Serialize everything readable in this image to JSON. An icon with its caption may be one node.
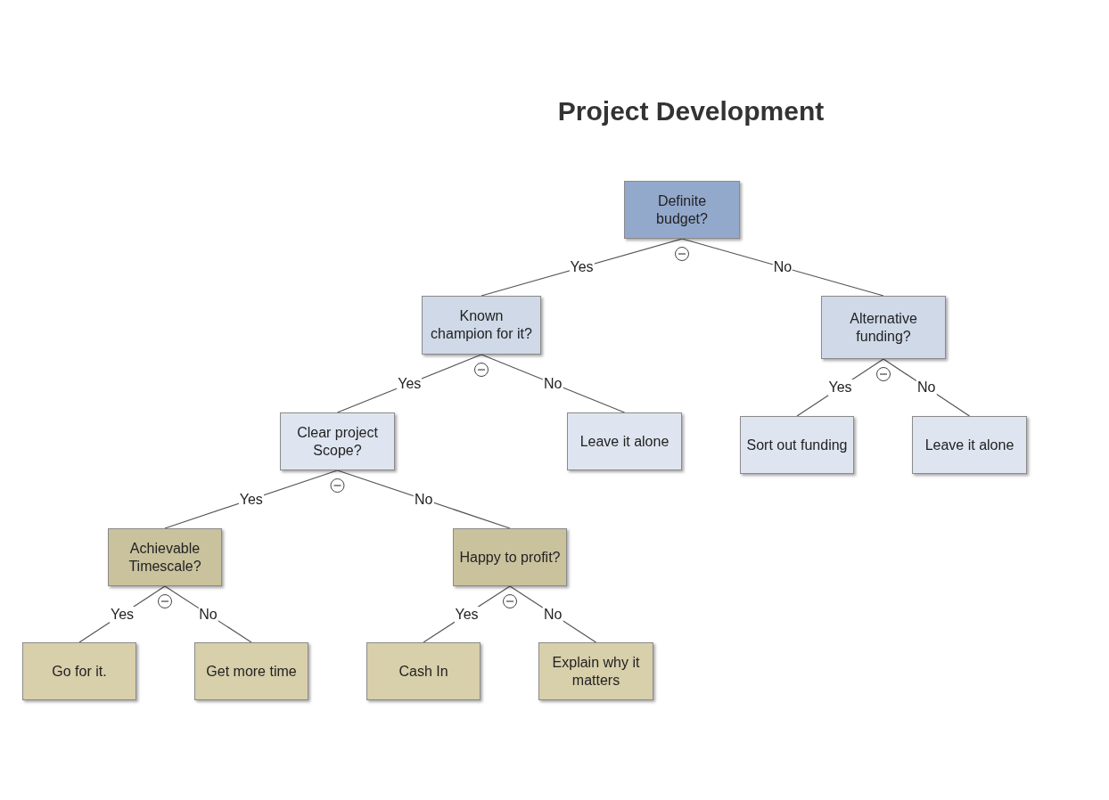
{
  "diagram": {
    "title": "Project Development",
    "nodes": [
      {
        "text": [
          "Definite budget?"
        ]
      },
      {
        "text": [
          "Known champion for it?"
        ]
      },
      {
        "text": [
          "Alternative funding?"
        ]
      },
      {
        "text": [
          "Clear project Scope?"
        ]
      },
      {
        "text": [
          "Leave it alone"
        ]
      },
      {
        "text": [
          "Sort out funding"
        ]
      },
      {
        "text": [
          "Leave it alone"
        ]
      },
      {
        "text": [
          "Achievable Timescale?"
        ]
      },
      {
        "text": [
          "Happy to profit?"
        ]
      },
      {
        "text": [
          "Go for it."
        ]
      },
      {
        "text": [
          "Get more time"
        ]
      },
      {
        "text": [
          "Cash In"
        ]
      },
      {
        "text": [
          "Explain why it matters"
        ]
      }
    ],
    "edges": [
      {
        "from": 0,
        "to": 1,
        "arrow": "none",
        "label": "Yes"
      },
      {
        "from": 0,
        "to": 2,
        "arrow": "none",
        "label": "No"
      },
      {
        "from": 1,
        "to": 3,
        "arrow": "none",
        "label": "Yes"
      },
      {
        "from": 1,
        "to": 4,
        "arrow": "none",
        "label": "No"
      },
      {
        "from": 2,
        "to": 5,
        "arrow": "none",
        "label": "Yes"
      },
      {
        "from": 2,
        "to": 6,
        "arrow": "none",
        "label": "No"
      },
      {
        "from": 3,
        "to": 7,
        "arrow": "none",
        "label": "Yes"
      },
      {
        "from": 3,
        "to": 8,
        "arrow": "none",
        "label": "No"
      },
      {
        "from": 7,
        "to": 9,
        "arrow": "none",
        "label": "Yes"
      },
      {
        "from": 7,
        "to": 10,
        "arrow": "none",
        "label": "No"
      },
      {
        "from": 8,
        "to": 11,
        "arrow": "none",
        "label": "Yes"
      },
      {
        "from": 8,
        "to": 12,
        "arrow": "none",
        "label": "No"
      }
    ]
  }
}
